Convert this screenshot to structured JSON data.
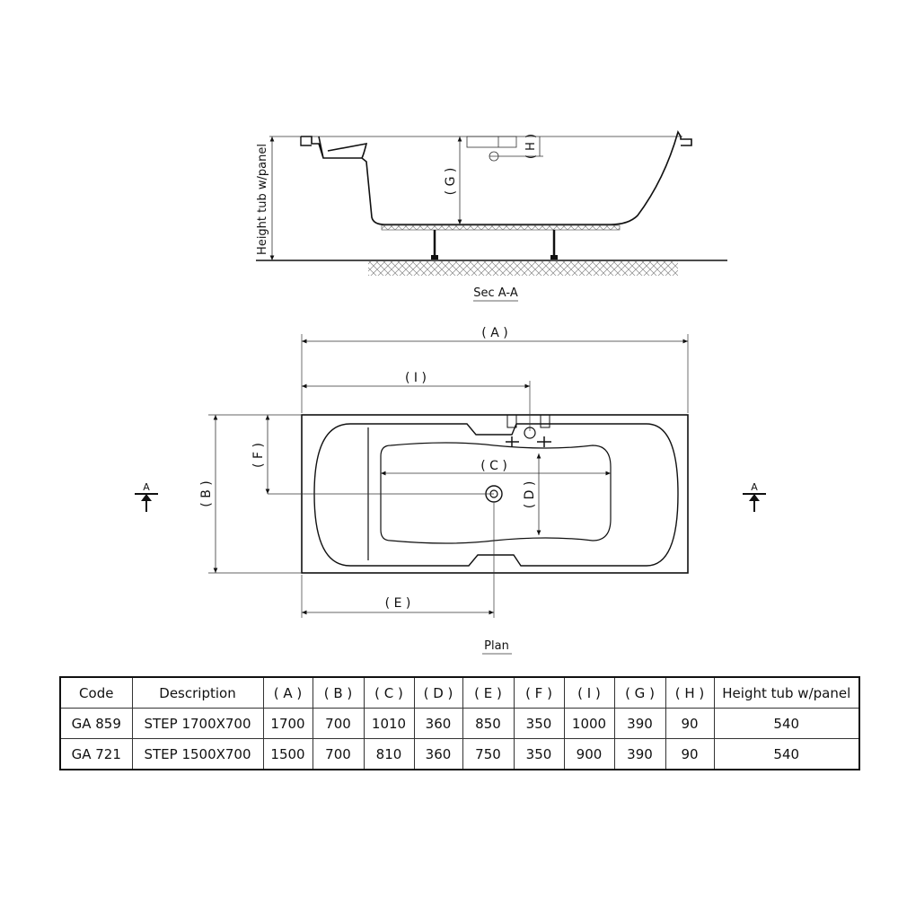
{
  "section": {
    "title": "Sec A-A",
    "height_label": "Height tub w/panel",
    "g_label": "( G )",
    "h_label": "( H )"
  },
  "plan": {
    "title": "Plan",
    "a_label": "( A )",
    "i_label": "( I )",
    "b_label": "( B )",
    "f_label": "( F )",
    "c_label": "( C )",
    "d_label": "( D )",
    "e_label": "( E )",
    "section_marker": "A"
  },
  "table": {
    "headers": [
      "Code",
      "Description",
      "( A )",
      "( B )",
      "( C )",
      "( D )",
      "( E )",
      "( F )",
      "( I )",
      "( G )",
      "( H )",
      "Height tub w/panel"
    ],
    "rows": [
      [
        "GA 859",
        "STEP 1700X700",
        "1700",
        "700",
        "1010",
        "360",
        "850",
        "350",
        "1000",
        "390",
        "90",
        "540"
      ],
      [
        "GA 721",
        "STEP 1500X700",
        "1500",
        "700",
        "810",
        "360",
        "750",
        "350",
        "900",
        "390",
        "90",
        "540"
      ]
    ]
  }
}
